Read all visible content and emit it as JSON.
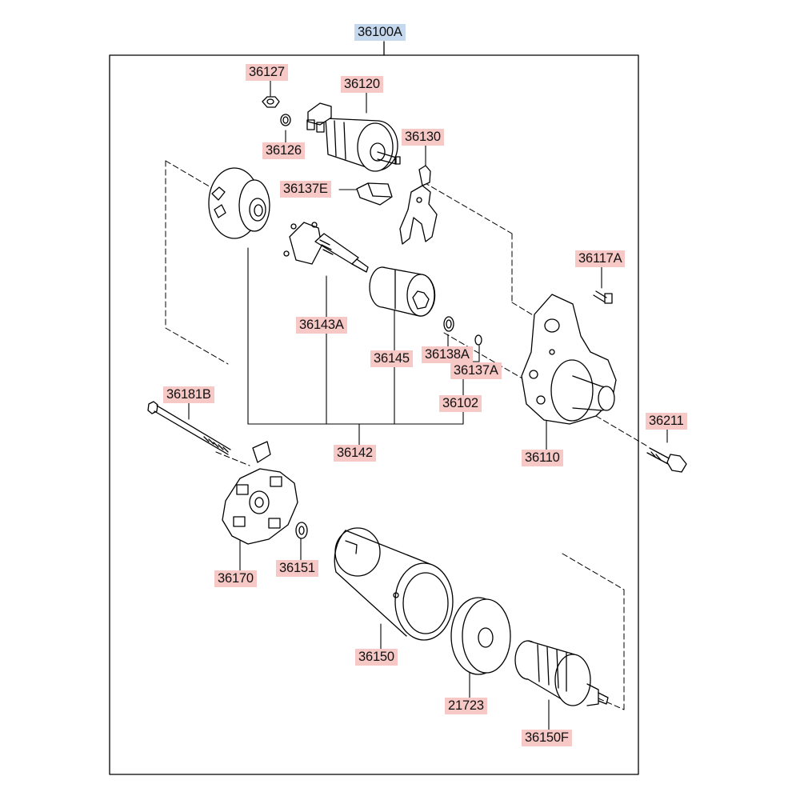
{
  "diagram": {
    "assembly_label": "36100A",
    "parts": [
      {
        "id": "p36127",
        "label": "36127"
      },
      {
        "id": "p36120",
        "label": "36120"
      },
      {
        "id": "p36126",
        "label": "36126"
      },
      {
        "id": "p36130",
        "label": "36130"
      },
      {
        "id": "p36137E",
        "label": "36137E"
      },
      {
        "id": "p36117A",
        "label": "36117A"
      },
      {
        "id": "p36143A",
        "label": "36143A"
      },
      {
        "id": "p36145",
        "label": "36145"
      },
      {
        "id": "p36138A",
        "label": "36138A"
      },
      {
        "id": "p36137A",
        "label": "36137A"
      },
      {
        "id": "p36102",
        "label": "36102"
      },
      {
        "id": "p36181B",
        "label": "36181B"
      },
      {
        "id": "p36211",
        "label": "36211"
      },
      {
        "id": "p36142",
        "label": "36142"
      },
      {
        "id": "p36110",
        "label": "36110"
      },
      {
        "id": "p36170",
        "label": "36170"
      },
      {
        "id": "p36151",
        "label": "36151"
      },
      {
        "id": "p36150",
        "label": "36150"
      },
      {
        "id": "p21723",
        "label": "21723"
      },
      {
        "id": "p36150F",
        "label": "36150F"
      }
    ],
    "colors": {
      "part_label_bg": "#f6c8c6",
      "assembly_label_bg": "#c5d8ee",
      "line": "#000000"
    }
  }
}
